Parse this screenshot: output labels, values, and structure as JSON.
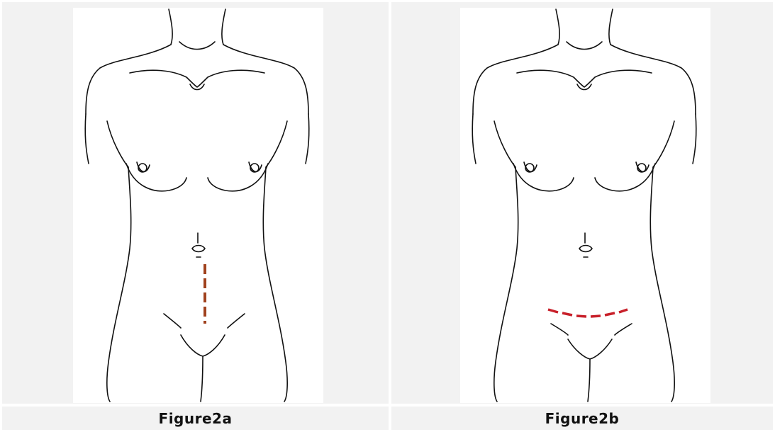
{
  "figures": [
    {
      "caption": "Figure2a",
      "incision": "vertical-midline",
      "incision_color": "#a0421e"
    },
    {
      "caption": "Figure2b",
      "incision": "horizontal-low-transverse",
      "incision_color": "#c8202a"
    }
  ],
  "colors": {
    "outline": "#111111",
    "cell_background": "#f2f2f2",
    "drawing_background": "#ffffff"
  }
}
